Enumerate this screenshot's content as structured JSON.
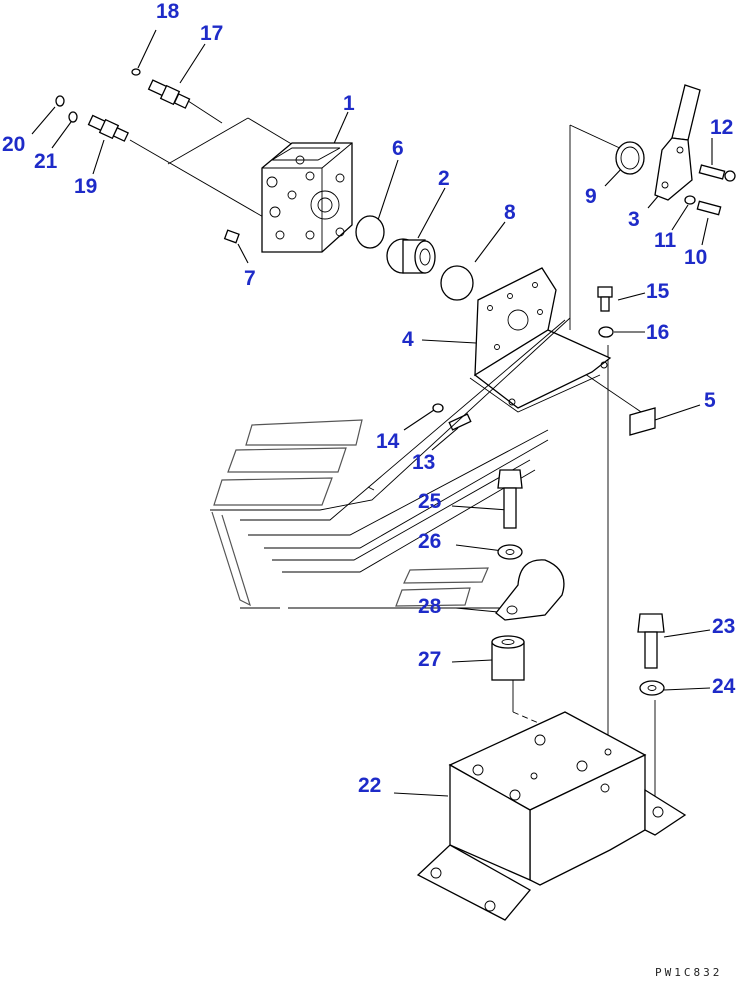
{
  "diagram": {
    "drawing_code": "PW1C832",
    "callouts": [
      "1",
      "2",
      "3",
      "4",
      "5",
      "6",
      "7",
      "8",
      "9",
      "10",
      "11",
      "12",
      "13",
      "14",
      "15",
      "16",
      "17",
      "18",
      "19",
      "20",
      "21",
      "22",
      "23",
      "24",
      "25",
      "26",
      "27",
      "28"
    ],
    "label_color": "#1e2bc8"
  }
}
